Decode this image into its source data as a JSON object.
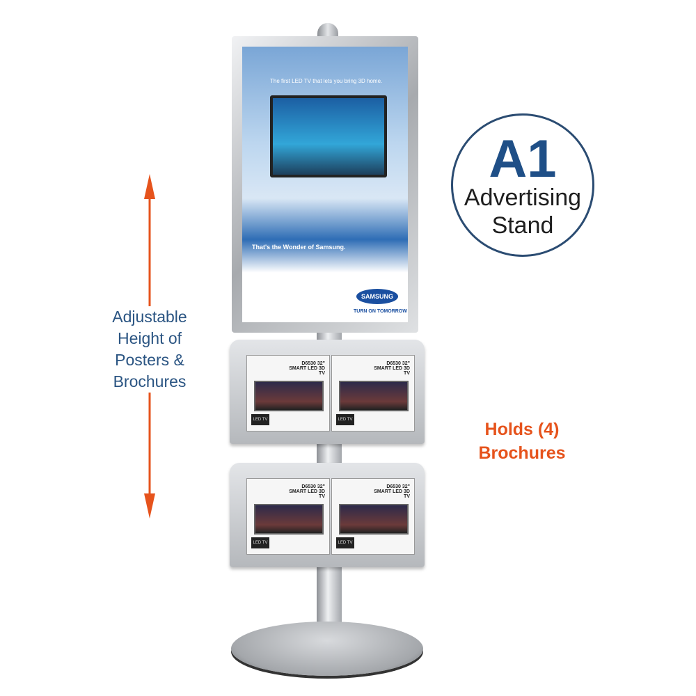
{
  "badge": {
    "title": "A1",
    "line1": "Advertising",
    "line2": "Stand"
  },
  "left_label": {
    "lines": [
      "Adjustable",
      "Height of",
      "Posters &",
      "Brochures"
    ]
  },
  "right_label": {
    "lines": [
      "Holds (4)",
      "Brochures"
    ]
  },
  "poster": {
    "headline": "The first LED TV that lets you bring 3D home.",
    "subhead": "That's the Wonder of Samsung.",
    "brand": "SAMSUNG",
    "tagline": "TURN ON TOMORROW"
  },
  "brochure": {
    "title": "D6530 32\" SMART LED 3D TV",
    "logo": "LED TV"
  },
  "colors": {
    "accent_orange": "#e6531c",
    "navy": "#2a5482"
  }
}
